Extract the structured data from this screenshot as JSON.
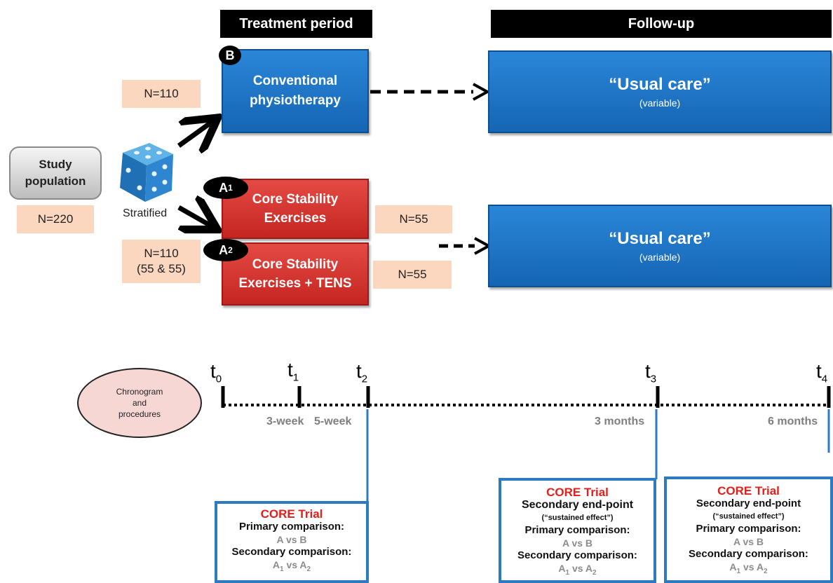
{
  "headers": {
    "treatment": "Treatment period",
    "followup": "Follow-up"
  },
  "study": {
    "label_line1": "Study",
    "label_line2": "population",
    "n": "N=220"
  },
  "randomization": {
    "label": "Stratified"
  },
  "groups": {
    "b": {
      "badge": "B",
      "line1": "Conventional",
      "line2": "physiotherapy",
      "n": "N=110"
    },
    "a1": {
      "badge_letter": "A",
      "badge_sub": "1",
      "line1": "Core Stability",
      "line2": "Exercises",
      "n": "N=55"
    },
    "a2": {
      "badge_letter": "A",
      "badge_sub": "2",
      "line1": "Core Stability",
      "line2": "Exercises + TENS",
      "n": "N=55"
    },
    "a_total": {
      "n": "N=110",
      "detail": "(55 & 55)"
    }
  },
  "usual_care": {
    "title": "“Usual care”",
    "subtitle": "(variable)"
  },
  "chronogram": {
    "label_line1": "Chronogram",
    "label_line2": "and",
    "label_line3": "procedures",
    "timepoints": [
      {
        "t": "t",
        "sub": "0"
      },
      {
        "t": "t",
        "sub": "1"
      },
      {
        "t": "t",
        "sub": "2"
      },
      {
        "t": "t",
        "sub": "3"
      },
      {
        "t": "t",
        "sub": "4"
      }
    ],
    "periods": {
      "p1": "3-week",
      "p2": "5-week",
      "p3": "3 months",
      "p4": "6 months"
    }
  },
  "core_boxes": {
    "box1": {
      "title": "CORE Trial",
      "primary_label": "Primary comparison:",
      "primary_value": "A vs B",
      "secondary_label": "Secondary comparison:",
      "secondary_value_a": "A",
      "secondary_sub1": "1",
      "secondary_vs": "vs A",
      "secondary_sub2": "2"
    },
    "box2": {
      "title": "CORE Trial",
      "endpoint": "Secondary end-point",
      "sustained": "(“sustained effect”)",
      "primary_label": "Primary comparison:",
      "primary_value": "A vs B",
      "secondary_label": "Secondary comparison:",
      "secondary_value_a": "A",
      "secondary_sub1": "1",
      "secondary_vs": "vs A",
      "secondary_sub2": "2"
    },
    "box3": {
      "title": "CORE Trial",
      "endpoint": "Secondary end-point",
      "sustained": "(“sustained effect”)",
      "primary_label": "Primary comparison:",
      "primary_value": "A vs B",
      "secondary_label": "Secondary comparison:",
      "secondary_value_a": "A",
      "secondary_sub1": "1",
      "secondary_vs": "vs A",
      "secondary_sub2": "2"
    }
  },
  "colors": {
    "blue": "#1f77c9",
    "red": "#d9332e",
    "peach": "#fcd7c0",
    "core_red": "#e0201b",
    "line_blue": "#2e7ac0"
  }
}
